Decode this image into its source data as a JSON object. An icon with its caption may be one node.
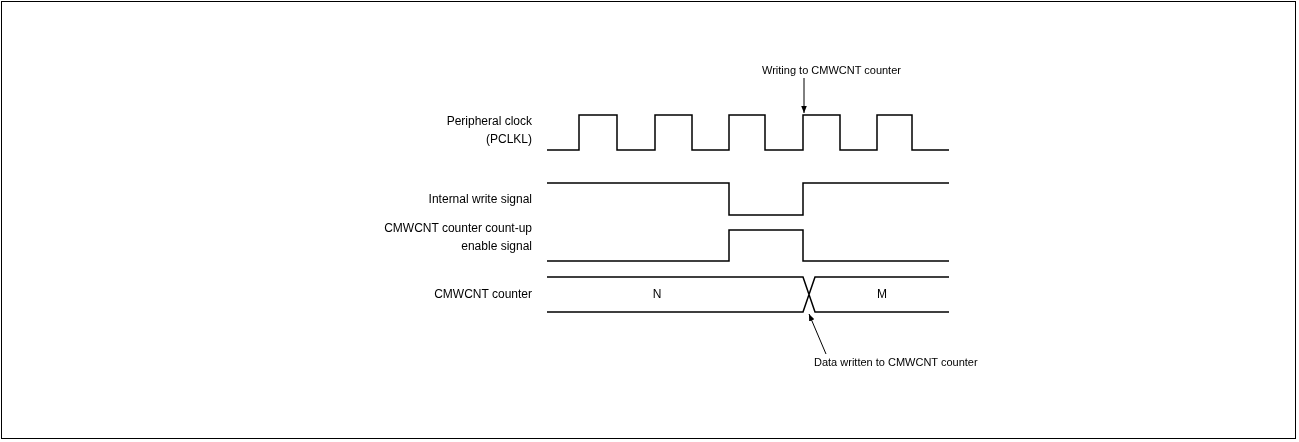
{
  "diagram": {
    "nodes": [
      {
        "text": [
          "Writing to CMWCNT counter"
        ]
      },
      {
        "text": [
          "Data written to CMWCNT counter"
        ]
      },
      {
        "text": [],
        "shape": "picture"
      },
      {
        "text": [],
        "shape": "picture"
      }
    ],
    "edges": [
      {
        "from": 0,
        "to": 2,
        "arrow": "to"
      },
      {
        "from": 1,
        "to": 3,
        "arrow": "to"
      }
    ],
    "labels": [
      "Peripheral clock (PCLKL)",
      "Internal write signal",
      "CMWCNT counter count-up enable signal",
      "CMWCNT counter",
      "N",
      "M"
    ]
  }
}
